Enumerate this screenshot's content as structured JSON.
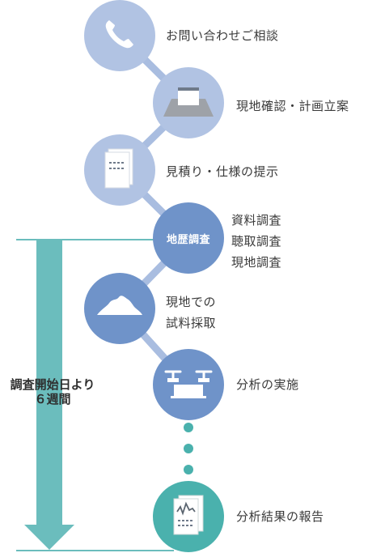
{
  "colors": {
    "light_circle": "#b1c3e3",
    "mid_circle": "#6f93c9",
    "teal_circle": "#4ab1ad",
    "connector": "#9fb6dc",
    "arrow": "#6bbdbd"
  },
  "steps": [
    {
      "label": "お問い合わせご相談",
      "icon": "phone-icon"
    },
    {
      "label": "現地確認・計画立案",
      "icon": "building-site-icon"
    },
    {
      "label": "見積り・仕様の提示",
      "icon": "document-icon"
    },
    {
      "label": "資料調査\n聴取調査\n現地調査",
      "circle_text": "地歴調査"
    },
    {
      "label": "現地での\n試料採取",
      "icon": "soil-pile-icon"
    },
    {
      "label": "分析の実施",
      "icon": "lab-equipment-icon"
    },
    {
      "label": "分析結果の報告",
      "icon": "report-chart-icon"
    }
  ],
  "timeline": {
    "line1": "調査開始日より",
    "line2": "６週間"
  }
}
